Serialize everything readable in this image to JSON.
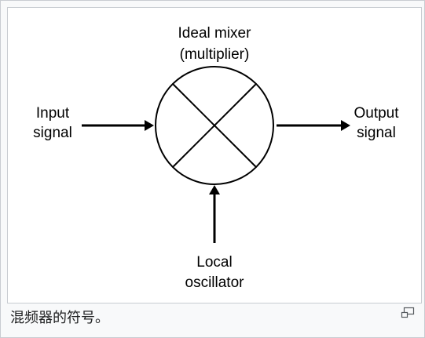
{
  "diagram": {
    "mixer_label": [
      "Ideal mixer",
      "(multiplier)"
    ],
    "input_label": [
      "Input",
      "signal"
    ],
    "output_label": [
      "Output",
      "signal"
    ],
    "lo_label": [
      "Local",
      "oscillator"
    ]
  },
  "caption": "混频器的符号。",
  "icons": {
    "magnify": "enlarge-icon"
  }
}
